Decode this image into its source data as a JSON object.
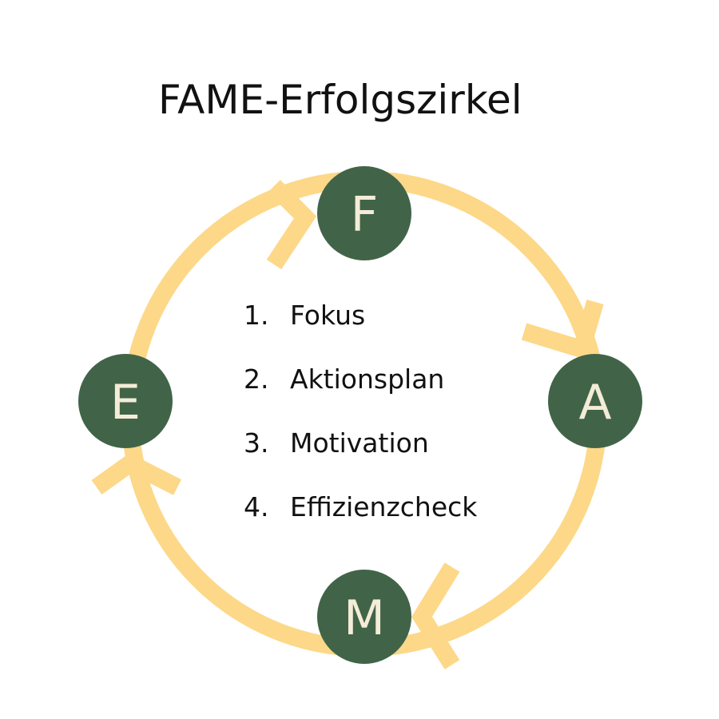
{
  "title": "FAME-Erfolgszirkel",
  "nodes": [
    {
      "letter": "F"
    },
    {
      "letter": "A"
    },
    {
      "letter": "M"
    },
    {
      "letter": "E"
    }
  ],
  "steps": [
    {
      "number": "1.",
      "label": "Fokus"
    },
    {
      "number": "2.",
      "label": "Aktionsplan"
    },
    {
      "number": "3.",
      "label": "Motivation"
    },
    {
      "number": "4.",
      "label": "Effizienzcheck"
    }
  ],
  "colors": {
    "ring": "#fcd888",
    "node": "#416448",
    "letter": "#f4ecd8",
    "text": "#111111"
  }
}
